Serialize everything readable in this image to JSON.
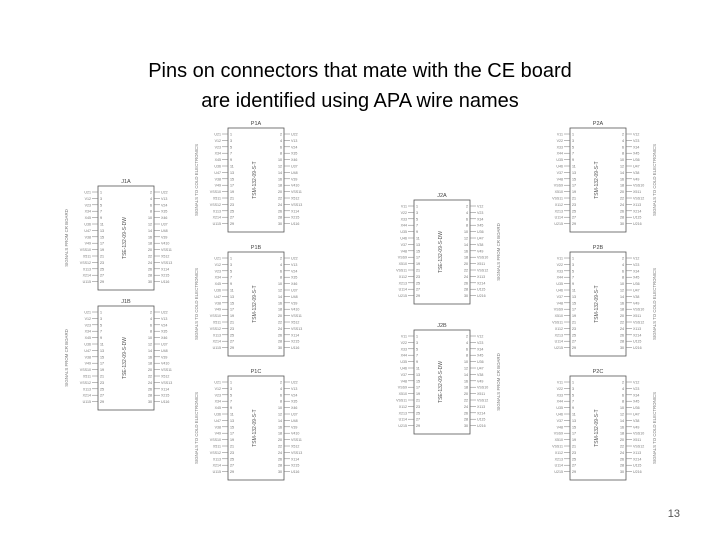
{
  "slide": {
    "title_line1": "Pins on connectors that mate with the CE board",
    "title_line2": "are identified using APA wire names",
    "page_number": "13"
  },
  "connectors": [
    {
      "id": "P1A",
      "part": "TSM-132-09-S-T",
      "pins": 30,
      "side_label": "SIGNALS TO COLD ELECTRONICS"
    },
    {
      "id": "P1B",
      "part": "TSM-132-09-S-T",
      "pins": 30,
      "side_label": "SIGNALS TO COLD ELECTRONICS"
    },
    {
      "id": "P1C",
      "part": "TSM-132-09-S-T",
      "pins": 30,
      "side_label": "SIGNALS TO COLD ELECTRONICS"
    },
    {
      "id": "J1A",
      "part": "TSE-132-09-S-DW",
      "pins": 30,
      "side_label": "SIGNALS FROM CR BOARD"
    },
    {
      "id": "J1B",
      "part": "TSE-132-09-S-DW",
      "pins": 30,
      "side_label": "SIGNALS FROM CR BOARD"
    },
    {
      "id": "J2A",
      "part": "TSE-132-09-S-DW",
      "pins": 30,
      "side_label": "SIGNALS FROM CR BOARD"
    },
    {
      "id": "J2B",
      "part": "TSE-132-09-S-DW",
      "pins": 30,
      "side_label": "SIGNALS FROM CR BOARD"
    },
    {
      "id": "P2A",
      "part": "TSM-132-09-S-T",
      "pins": 30,
      "side_label": "SIGNALS TO COLD ELECTRONICS"
    },
    {
      "id": "P2B",
      "part": "TSM-132-09-S-T",
      "pins": 30,
      "side_label": "SIGNALS TO COLD ELECTRONICS"
    },
    {
      "id": "P2C",
      "part": "TSM-132-09-S-T",
      "pins": 30,
      "side_label": "SIGNALS TO COLD ELECTRONICS"
    }
  ]
}
